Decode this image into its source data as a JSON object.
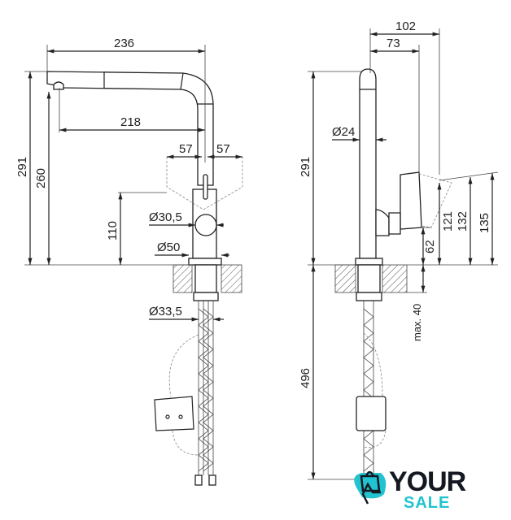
{
  "front_view": {
    "dims": {
      "d236": "236",
      "d218": "218",
      "d291": "291",
      "d260": "260",
      "d57a": "57",
      "d57b": "57",
      "d110": "110",
      "dia30": "Ø30,5",
      "dia50": "Ø50",
      "dia33": "Ø33,5"
    }
  },
  "side_view": {
    "dims": {
      "d102": "102",
      "d73": "73",
      "d291": "291",
      "d496": "496",
      "dia24": "Ø24",
      "d121": "121",
      "d132": "132",
      "d135": "135",
      "d62": "62",
      "max40": "max. 40"
    }
  },
  "logo": {
    "word1": "YOUR",
    "word2": "SALE",
    "accent": "#22c3d0",
    "dark": "#141820"
  }
}
